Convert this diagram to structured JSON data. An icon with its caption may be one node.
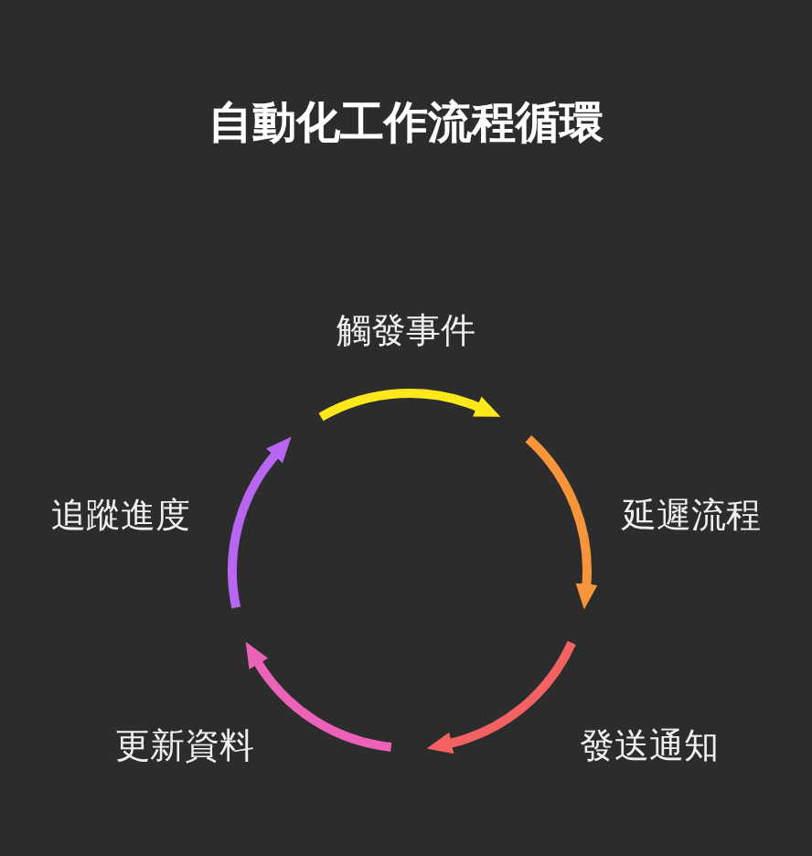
{
  "diagram": {
    "title": "自動化工作流程循環",
    "nodes": [
      {
        "text": [
          "觸發事件"
        ]
      },
      {
        "text": [
          "延遲流程"
        ]
      },
      {
        "text": [
          "發送通知"
        ]
      },
      {
        "text": [
          "更新資料"
        ]
      },
      {
        "text": [
          "追蹤進度"
        ]
      }
    ]
  }
}
